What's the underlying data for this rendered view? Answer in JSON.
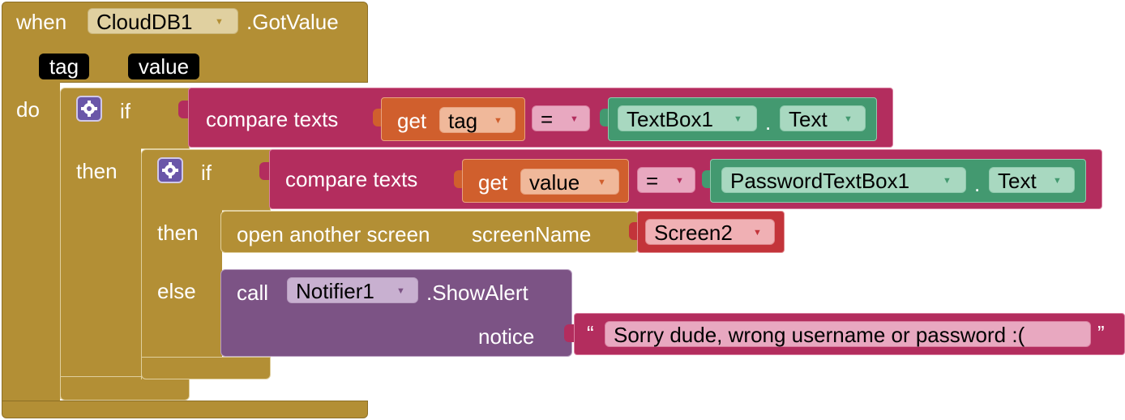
{
  "event": {
    "when_label": "when",
    "component": "CloudDB1",
    "event_name": ".GotValue",
    "params": [
      "tag",
      "value"
    ],
    "do_label": "do"
  },
  "outer_if": {
    "if_label": "if",
    "then_label": "then",
    "condition": {
      "compare_label": "compare texts",
      "get_label": "get",
      "get_var": "tag",
      "op": "=",
      "component": "TextBox1",
      "dot": ".",
      "property": "Text"
    }
  },
  "inner_if": {
    "if_label": "if",
    "then_label": "then",
    "else_label": "else",
    "condition": {
      "compare_label": "compare texts",
      "get_label": "get",
      "get_var": "value",
      "op": "=",
      "component": "PasswordTextBox1",
      "dot": ".",
      "property": "Text"
    }
  },
  "then_action": {
    "label": "open another screen",
    "param_label": "screenName",
    "value": "Screen2"
  },
  "else_action": {
    "call_label": "call",
    "component": "Notifier1",
    "method": ".ShowAlert",
    "param_label": "notice",
    "open_quote": "“",
    "text": "Sorry dude, wrong username or password  :(",
    "close_quote": "”"
  },
  "colors": {
    "event": "#b38f35",
    "control": "#b38f35",
    "text": "#b32d5e",
    "variable": "#d05f2d",
    "component": "#439970",
    "notifier": "#7c5385",
    "screen": "#c3343a"
  }
}
